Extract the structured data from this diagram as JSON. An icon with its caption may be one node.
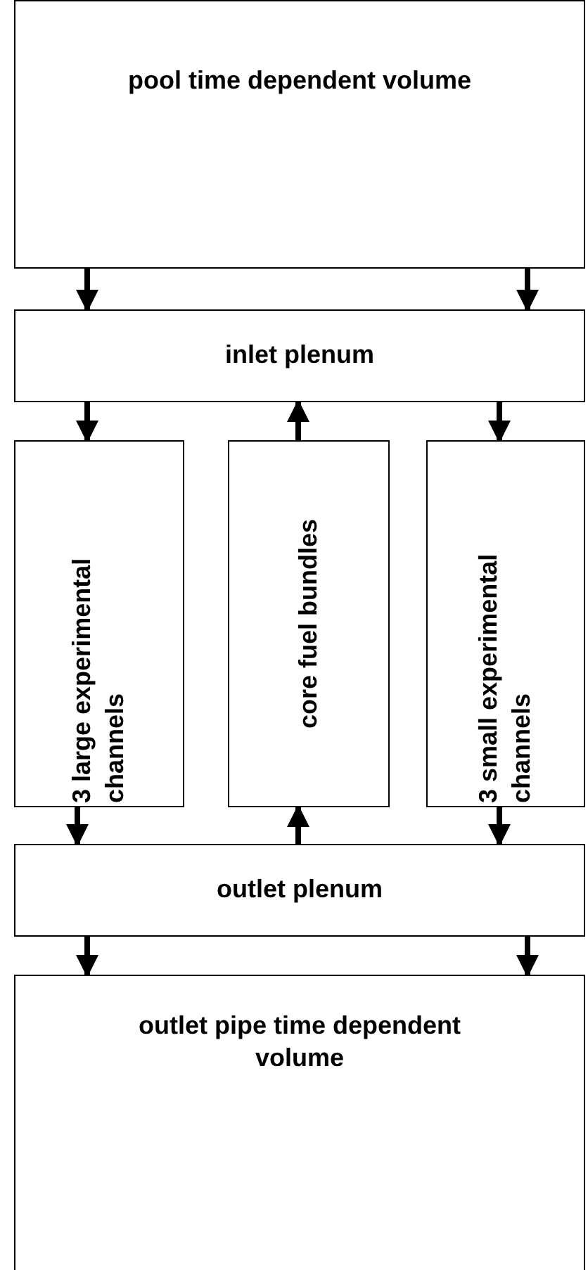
{
  "diagram": {
    "nodes": [
      {
        "text": [
          "pool time dependent volume"
        ]
      },
      {
        "text": [
          "inlet plenum"
        ]
      },
      {
        "text": [
          "3 large experimental channels"
        ]
      },
      {
        "text": [
          "core fuel bundles"
        ]
      },
      {
        "text": [
          "3 small experimental channels"
        ]
      },
      {
        "text": [
          "outlet plenum"
        ]
      },
      {
        "text": [
          "outlet pipe time dependent volume"
        ]
      }
    ],
    "edges": [
      {
        "from": 0,
        "to": 1,
        "arrow": "to"
      },
      {
        "from": 0,
        "to": 1,
        "arrow": "to"
      },
      {
        "from": 1,
        "to": 2,
        "arrow": "to"
      },
      {
        "from": 3,
        "to": 1,
        "arrow": "to"
      },
      {
        "from": 1,
        "to": 4,
        "arrow": "to"
      },
      {
        "from": 2,
        "to": 5,
        "arrow": "to"
      },
      {
        "from": 5,
        "to": 3,
        "arrow": "to"
      },
      {
        "from": 4,
        "to": 5,
        "arrow": "to"
      },
      {
        "from": 5,
        "to": 6,
        "arrow": "to"
      },
      {
        "from": 5,
        "to": 6,
        "arrow": "to"
      }
    ]
  }
}
